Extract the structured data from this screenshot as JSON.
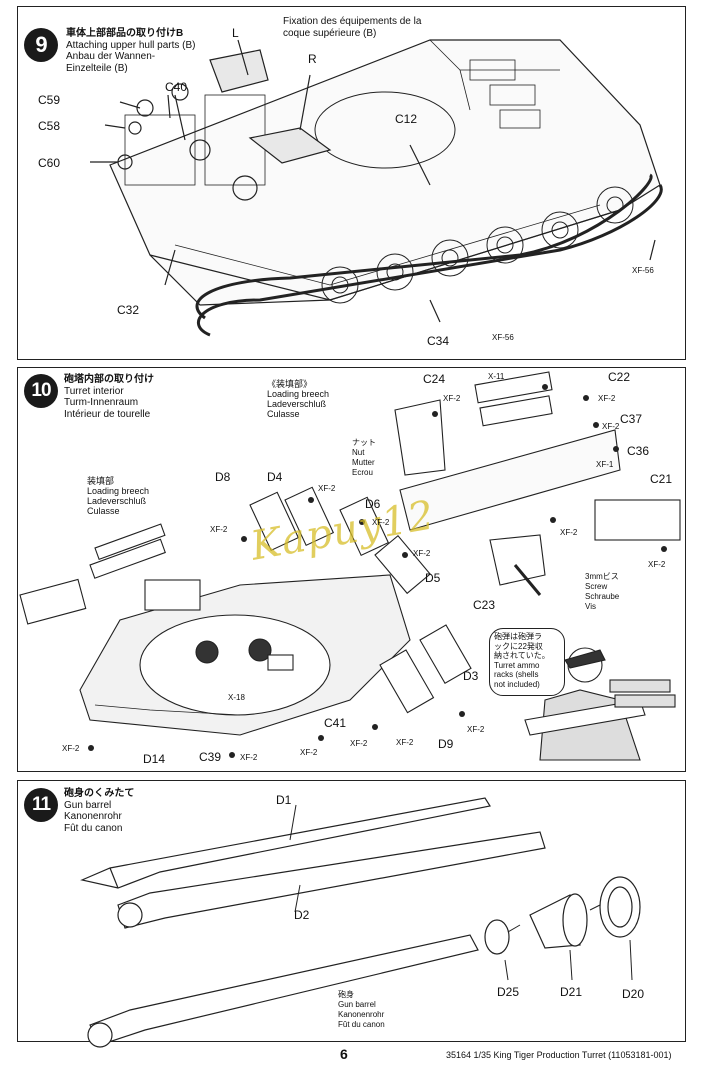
{
  "page_number": "6",
  "footer": "35164  1/35 King Tiger Production Turret (11053181-001)",
  "watermark": "Kapuy12",
  "step9": {
    "number": "9",
    "title_jp": "車体上部部品の取り付けB",
    "title_en": "Attaching upper hull parts (B)",
    "title_de1": "Anbau der Wannen-",
    "title_de2": "Einzelteile (B)",
    "title_fr1": "Fixation des équipements de la",
    "title_fr2": "coque supérieure (B)",
    "labels": {
      "L": "L",
      "R": "R",
      "C40": "C40",
      "C59": "C59",
      "C58": "C58",
      "C60": "C60",
      "C12": "C12",
      "C32": "C32",
      "C34": "C34",
      "XF56a": "XF-56",
      "XF56b": "XF-56"
    }
  },
  "step10": {
    "number": "10",
    "title_jp": "砲塔内部の取り付け",
    "title_en": "Turret interior",
    "title_de": "Turm-Innenraum",
    "title_fr": "Intérieur de tourelle",
    "breech_jp": "《装填部》",
    "breech_en": "Loading breech",
    "breech_de": "Ladeverschluß",
    "breech_fr": "Culasse",
    "breech2_jp": "装填部",
    "breech2_en": "Loading breech",
    "breech2_de": "Ladeverschluß",
    "breech2_fr": "Culasse",
    "nut_jp": "ナット",
    "nut_en": "Nut",
    "nut_de": "Mutter",
    "nut_fr": "Ecrou",
    "screw_jp": "3mmビス",
    "screw_en": "Screw",
    "screw_de": "Schraube",
    "screw_fr": "Vis",
    "bubble_jp1": "砲弾は砲弾ラ",
    "bubble_jp2": "ックに22発収",
    "bubble_jp3": "納されていた。",
    "bubble_en1": "Turret ammo",
    "bubble_en2": "racks (shells",
    "bubble_en3": "not included)",
    "labels": {
      "C24": "C24",
      "X11": "X-11",
      "C22": "C22",
      "XF2_c22": "XF-2",
      "XF2_c24": "XF-2",
      "C37": "C37",
      "XF2_c37": "XF-2",
      "C36": "C36",
      "XF1": "XF-1",
      "C21": "C21",
      "XF2_c21": "XF-2",
      "XF2_c23": "XF-2",
      "C23": "C23",
      "D8": "D8",
      "D4": "D4",
      "XF2_d4": "XF-2",
      "D6": "D6",
      "XF2_d6": "XF-2",
      "XF2_d8": "XF-2",
      "XF2_d5": "XF-2",
      "D5": "D5",
      "X18": "X-18",
      "D3": "D3",
      "XF2_d3": "XF-2",
      "C41": "C41",
      "XF2_c41": "XF-2",
      "XF2_d9a": "XF-2",
      "D9": "D9",
      "XF2_d9b": "XF-2",
      "XF2_d14": "XF-2",
      "D14": "D14",
      "C39": "C39",
      "XF2_c39": "XF-2"
    }
  },
  "step11": {
    "number": "11",
    "title_jp": "砲身のくみたて",
    "title_en": "Gun barrel",
    "title_de": "Kanonenrohr",
    "title_fr": "Fût du canon",
    "barrel_jp": "砲身",
    "barrel_en": "Gun barrel",
    "barrel_de": "Kanonenrohr",
    "barrel_fr": "Fût du canon",
    "labels": {
      "D1": "D1",
      "D2": "D2",
      "D25": "D25",
      "D21": "D21",
      "D20": "D20"
    }
  }
}
